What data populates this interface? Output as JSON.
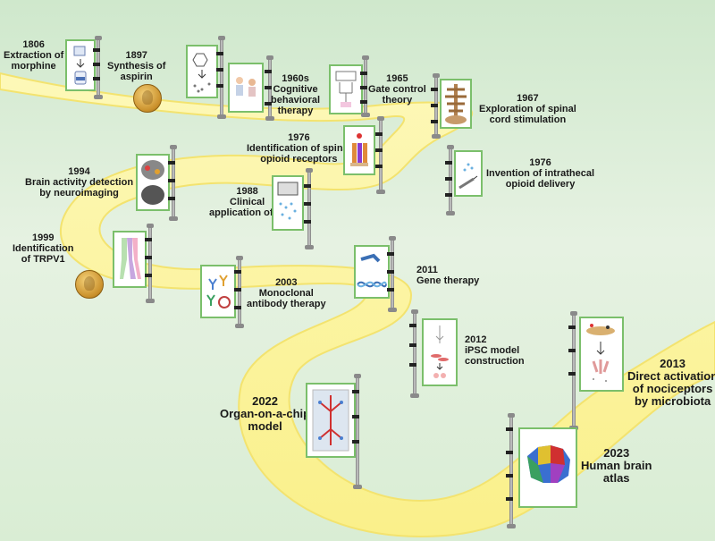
{
  "milestones": [
    {
      "year": "1806",
      "text": [
        "Extraction of",
        "morphine"
      ],
      "icon": "morphine-vial-icon"
    },
    {
      "year": "1897",
      "text": [
        "Synthesis of",
        "aspirin"
      ],
      "icon": "aspirin-molecule-icon",
      "nobel": false
    },
    {
      "year": "1960s",
      "text": [
        "Cognitive",
        "behavioral",
        "therapy"
      ],
      "icon": "therapy-session-icon"
    },
    {
      "year": "1965",
      "text": [
        "Gate control",
        "theory"
      ],
      "icon": "gate-circuit-icon"
    },
    {
      "year": "1967",
      "text": [
        "Exploration of spinal",
        "cord stimulation"
      ],
      "icon": "spine-stimulator-icon"
    },
    {
      "year": "1976",
      "text": [
        "Identification of spinal",
        "opioid receptors"
      ],
      "icon": "opioid-receptor-icon"
    },
    {
      "year": "1976",
      "text": [
        "Invention of intrathecal",
        "opioid delivery"
      ],
      "icon": "syringe-icon"
    },
    {
      "year": "1994",
      "text": [
        "Brain activity detection",
        "by neuroimaging"
      ],
      "icon": "brain-scan-icon"
    },
    {
      "year": "1988",
      "text": [
        "Clinical",
        "application of AI"
      ],
      "icon": "ai-screen-icon"
    },
    {
      "year": "1999",
      "text": [
        "Identification",
        "of TRPV1"
      ],
      "icon": "trpv1-channel-icon"
    },
    {
      "year": "2003",
      "text": [
        "Monoclonal",
        "antibody therapy"
      ],
      "icon": "antibody-icon"
    },
    {
      "year": "2011",
      "text": [
        "Gene therapy"
      ],
      "icon": "dna-helix-icon"
    },
    {
      "year": "2012",
      "text": [
        "iPSC model",
        "construction"
      ],
      "icon": "stem-cell-icon"
    },
    {
      "year": "2013",
      "text": [
        "Direct activation",
        "of nociceptors",
        "by microbiota"
      ],
      "icon": "microbiota-icon"
    },
    {
      "year": "2022",
      "text": [
        "Organ-on-a-chip",
        "model"
      ],
      "icon": "organ-chip-icon"
    },
    {
      "year": "2023",
      "text": [
        "Human brain",
        "atlas"
      ],
      "icon": "brain-atlas-icon"
    }
  ],
  "colors": {
    "road": "#fbf5a0",
    "road_edge": "#f2e07a",
    "card_border": "#7bbf6b",
    "background_top": "#cfe8cc",
    "background_bottom": "#d9edd4"
  }
}
